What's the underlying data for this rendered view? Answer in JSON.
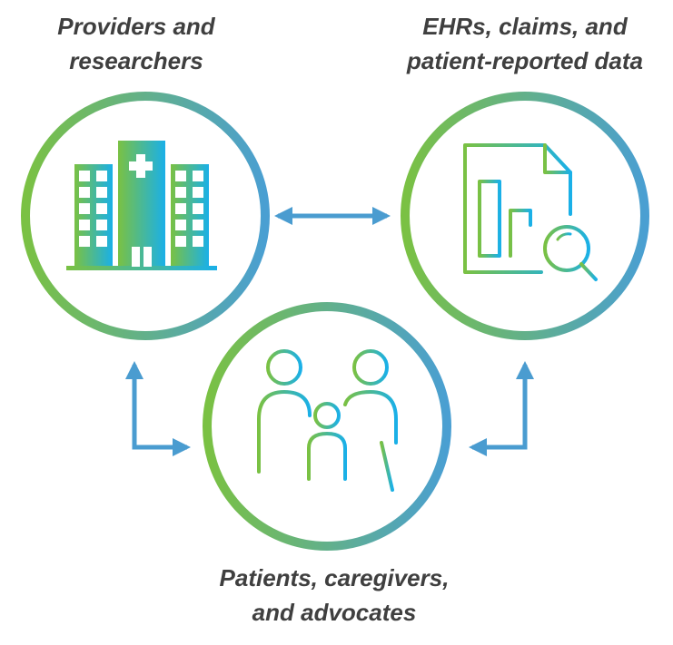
{
  "nodes": {
    "providers": {
      "lines": [
        "Providers and",
        "researchers"
      ],
      "icon": "hospital-icon"
    },
    "data": {
      "lines": [
        "EHRs, claims, and",
        "patient-reported data"
      ],
      "icon": "report-search-icon"
    },
    "patients": {
      "lines": [
        "Patients, caregivers,",
        "and advocates"
      ],
      "icon": "family-icon"
    }
  },
  "colors": {
    "gradient_start": "#7ac143",
    "gradient_end": "#1ab0e8",
    "ring_end": "#4a9fd2",
    "arrow": "#4a9cd0",
    "label_text": "#3f3f3f"
  }
}
